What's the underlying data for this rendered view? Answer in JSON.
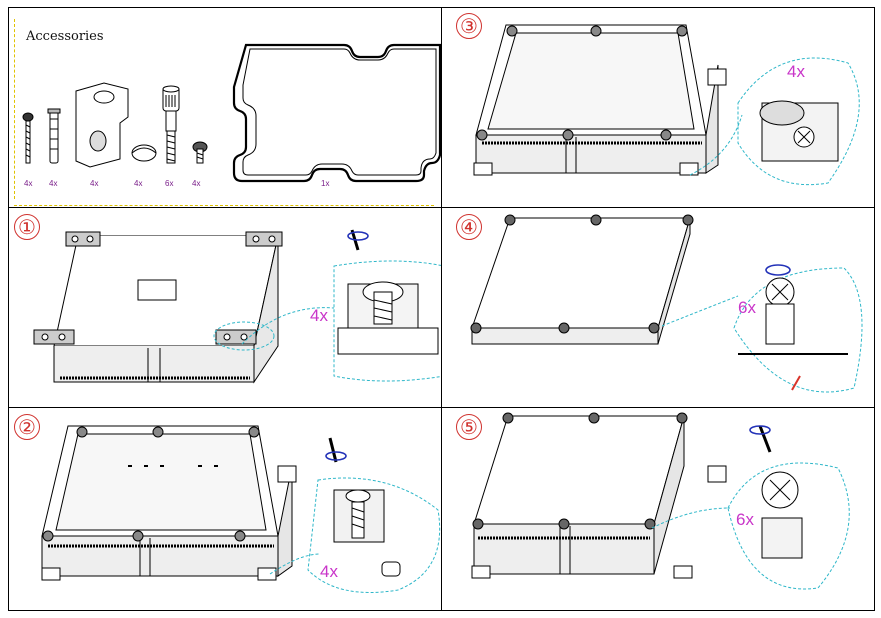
{
  "accessories": {
    "title": "Accessories",
    "quantities": [
      "4x",
      "4x",
      "4x",
      "4x",
      "6x",
      "4x",
      "1x"
    ]
  },
  "steps": [
    {
      "number": "①",
      "qty": "4x"
    },
    {
      "number": "②",
      "qty": "4x"
    },
    {
      "number": "③",
      "qty": "4x"
    },
    {
      "number": "④",
      "qty": "6x"
    },
    {
      "number": "⑤",
      "qty": "6x"
    }
  ],
  "colors": {
    "step": "#d0322e",
    "qty": "#c935c9",
    "leader": "#2fb7c9",
    "rotate": "#2332b8",
    "arrow": "#d8342a",
    "accessory_qty": "#7a1f8a"
  }
}
